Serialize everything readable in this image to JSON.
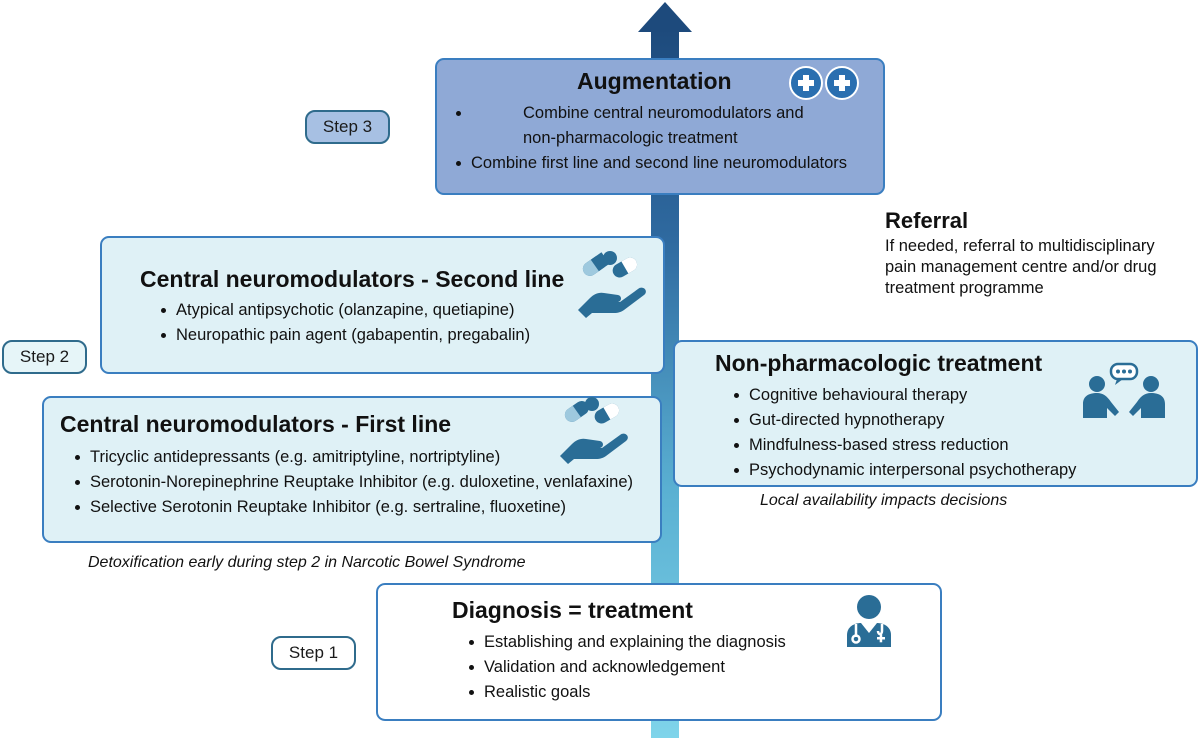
{
  "colors": {
    "arrow_dark": "#1d4a7c",
    "arrow_light": "#7fd4ea",
    "box_border": "#3a7ec0",
    "augmentation_fill": "#8fa9d6",
    "neuromodulator_fill": "#dff1f6",
    "diagnosis_fill": "#ffffff",
    "icon_color": "#2a6d96"
  },
  "steps": {
    "step1": "Step 1",
    "step2": "Step 2",
    "step3": "Step 3"
  },
  "augmentation": {
    "title": "Augmentation",
    "items": [
      "Combine central neuromodulators and non-pharmacologic treatment",
      "Combine first line and second line neuromodulators"
    ]
  },
  "referral": {
    "title": "Referral",
    "text": "If needed, referral to multidisciplinary pain management centre and/or drug treatment programme"
  },
  "second_line": {
    "title": "Central neuromodulators - Second line",
    "items": [
      "Atypical antipsychotic (olanzapine, quetiapine)",
      "Neuropathic pain agent (gabapentin, pregabalin)"
    ]
  },
  "first_line": {
    "title": "Central neuromodulators - First line",
    "items": [
      "Tricyclic antidepressants (e.g. amitriptyline, nortriptyline)",
      "Serotonin-Norepinephrine Reuptake Inhibitor (e.g. duloxetine, venlafaxine)",
      "Selective Serotonin Reuptake Inhibitor (e.g. sertraline, fluoxetine)"
    ]
  },
  "non_pharm": {
    "title": "Non-pharmacologic treatment",
    "items": [
      "Cognitive behavioural therapy",
      "Gut-directed hypnotherapy",
      "Mindfulness-based stress reduction",
      "Psychodynamic interpersonal psychotherapy"
    ]
  },
  "diagnosis": {
    "title": "Diagnosis = treatment",
    "items": [
      "Establishing and explaining the diagnosis",
      "Validation and acknowledgement",
      "Realistic goals"
    ]
  },
  "notes": {
    "detox": "Detoxification early during step 2 in Narcotic Bowel Syndrome",
    "availability": "Local availability impacts decisions"
  },
  "icons": {
    "augmentation": "plus-circle-icon",
    "second_line": "hand-with-pills-icon",
    "first_line": "hand-with-pills-icon",
    "non_pharm": "conversation-people-icon",
    "diagnosis": "doctor-icon"
  }
}
